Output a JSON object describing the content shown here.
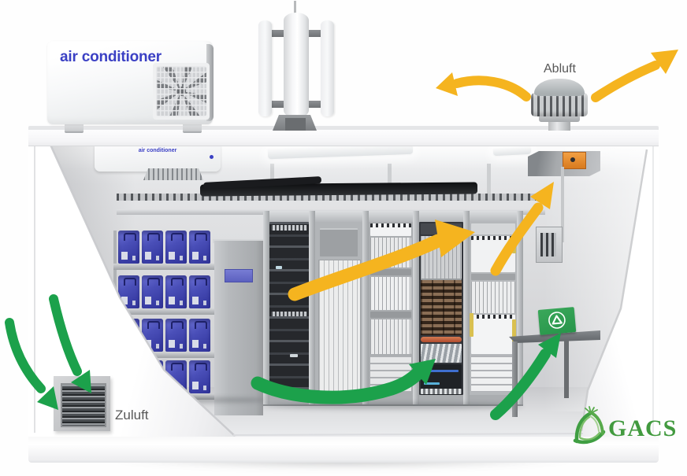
{
  "labels": {
    "outdoor_unit": "air conditioner",
    "indoor_unit": "air conditioner",
    "exhaust_air": "Abluft",
    "supply_air": "Zuluft"
  },
  "brand": {
    "name": "GACS"
  },
  "colors": {
    "warm_airflow": "#F5B41F",
    "cool_airflow": "#1CA14B",
    "battery_blue": "#474CB2",
    "brand_green": "#429A3F",
    "sign_green": "#2F9E4E",
    "damper_orange": "#E0822B",
    "ac_label_blue": "#3B40C4",
    "label_gray": "#575757"
  },
  "diagram": {
    "type": "telecom-shelter-ventilation-cutaway",
    "airflows": [
      {
        "id": "supply-intake-outer",
        "temperature": "cool",
        "path": "outside air curving down into Zuluft louver"
      },
      {
        "id": "supply-intake-inner",
        "temperature": "cool",
        "path": "outside air curving down into Zuluft louver"
      },
      {
        "id": "cool-air-along-racks",
        "temperature": "cool",
        "path": "along shelter floor rising into racks"
      },
      {
        "id": "cool-air-to-shelf",
        "temperature": "cool",
        "path": "rising toward work shelf"
      },
      {
        "id": "warm-air-through-racks",
        "temperature": "warm",
        "path": "through racks rising up to the right"
      },
      {
        "id": "warm-air-to-damper",
        "temperature": "warm",
        "path": "up into ceiling exhaust damper"
      },
      {
        "id": "exhaust-out-left",
        "temperature": "warm",
        "path": "out of roof ventilator to the left"
      },
      {
        "id": "exhaust-out-right",
        "temperature": "warm",
        "path": "out of roof ventilator up to the right"
      }
    ]
  },
  "batteries": {
    "rows": 4,
    "per_row": 4
  },
  "intake_louver": {
    "slats": 7
  }
}
